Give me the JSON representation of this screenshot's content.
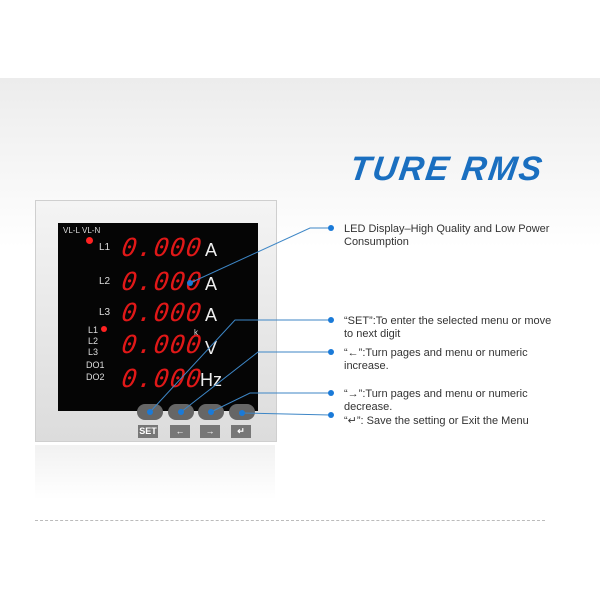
{
  "title": "TURE RMS",
  "meter": {
    "indicators": {
      "vll": "VL-L",
      "vln": "VL-N"
    },
    "rows": [
      {
        "label": "L1",
        "value": "0.000",
        "unit": "A"
      },
      {
        "label": "L2",
        "value": "0.000",
        "unit": "A"
      },
      {
        "label": "L3",
        "value": "0.000",
        "unit": "A"
      },
      {
        "label": "",
        "value": "0.000",
        "unit": "V",
        "prefix": "k"
      },
      {
        "label": "",
        "value": "0.000",
        "unit": "Hz"
      }
    ],
    "side_labels": [
      "L1",
      "L2",
      "L3",
      "DO1",
      "DO2"
    ],
    "keys": [
      "SET",
      "←",
      "→",
      "↵"
    ]
  },
  "callouts": [
    "LED Display–High Quality and Low Power Consumption",
    "“SET”:To enter the selected menu or move to next digit",
    "“←”:Turn pages and menu or numeric increase.",
    "“→”:Turn pages and menu or numeric decrease.",
    "“↵”:  Save the setting or Exit the Menu"
  ],
  "colors": {
    "accent": "#1a6fc0",
    "led": "#e01818"
  }
}
